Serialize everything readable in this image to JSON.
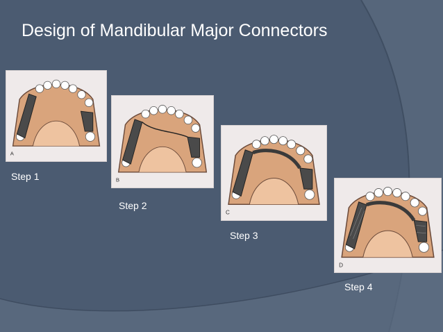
{
  "slide": {
    "title": "Design of Mandibular Major Connectors",
    "background_color": "#4a5a70",
    "accent_color": "#5b6b80"
  },
  "steps": [
    {
      "label": "Step 1",
      "figure_letter": "A",
      "connector": "bilateral-saddles"
    },
    {
      "label": "Step 2",
      "figure_letter": "B",
      "connector": "saddles-with-lingual-outline"
    },
    {
      "label": "Step 3",
      "figure_letter": "C",
      "connector": "lingual-bar"
    },
    {
      "label": "Step 4",
      "figure_letter": "D",
      "connector": "lingual-bar-with-mesh-retention"
    }
  ]
}
